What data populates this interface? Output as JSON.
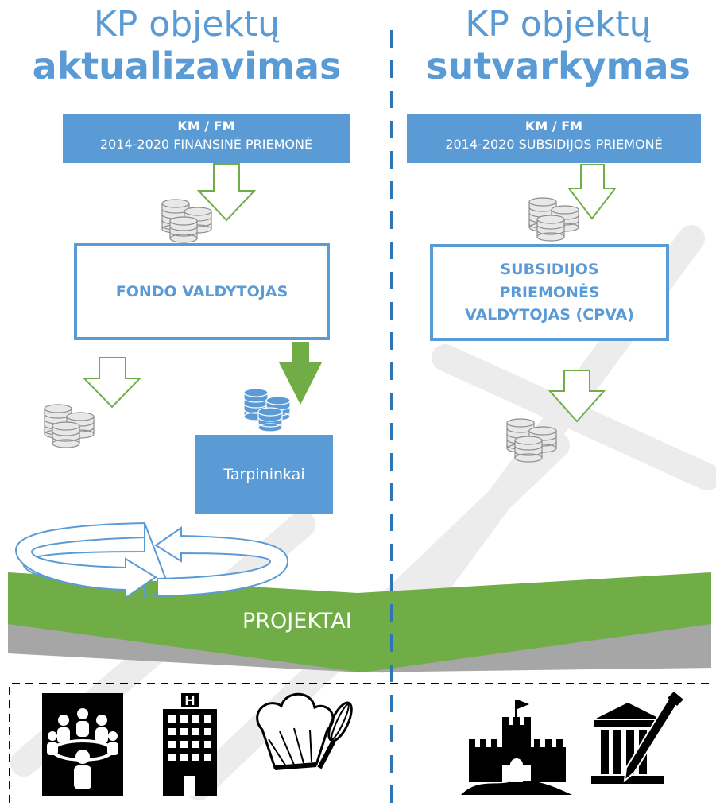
{
  "left": {
    "title_line1": "KP objektų",
    "title_line2": "aktualizavimas",
    "banner_line1": "KM / FM",
    "banner_line2": "2014-2020 FINANSINĖ PRIEMONĖ",
    "box_label": "FONDO VALDYTOJAS",
    "intermediary_label": "Tarpininkai"
  },
  "right": {
    "title_line1": "KP objektų",
    "title_line2": "sutvarkymas",
    "banner_line1": "KM / FM",
    "banner_line2": "2014-2020 SUBSIDIJOS PRIEMONĖ",
    "box_line1": "SUBSIDIJOS",
    "box_line2": "PRIEMONĖS",
    "box_line3": "VALDYTOJAS (CPVA)"
  },
  "projects_label": "PROJEKTAI",
  "icons": [
    "meeting-icon",
    "hotel-icon",
    "chef-hat-whisk-icon",
    "castle-icon",
    "museum-art-icon"
  ],
  "colors": {
    "accent_blue": "#5b9bd5",
    "green": "#70ad47",
    "gray": "#a6a6a6",
    "coin_gray": "#c9c9c9",
    "dark_blue_divider": "#2e75b6"
  }
}
